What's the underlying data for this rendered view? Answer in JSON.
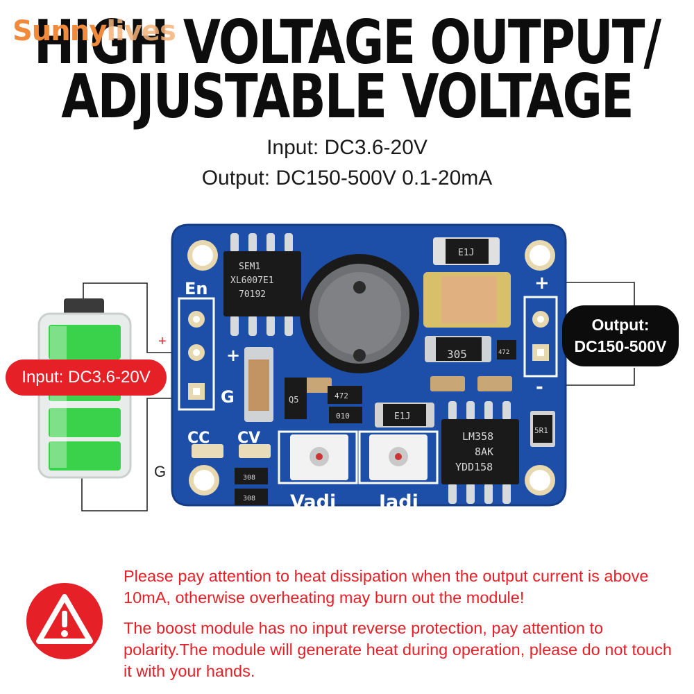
{
  "brand": {
    "part1": "Sunny",
    "part2": "lives"
  },
  "headline": {
    "line1": "HIGH VOLTAGE OUTPUT/",
    "line2": "ADJUSTABLE VOLTAGE"
  },
  "specs": {
    "input": "Input: DC3.6-20V",
    "output": "Output: DC150-500V 0.1-20mA"
  },
  "battery": {
    "label": "Input: DC3.6-20V",
    "plus": "+",
    "ground": "G"
  },
  "output_callout": {
    "line1": "Output:",
    "line2": "DC150-500V",
    "plus": "+",
    "minus": "-"
  },
  "board": {
    "pin_en": "En",
    "pin_plus": "+",
    "pin_g": "G",
    "ic_boost": [
      "SEM1",
      "XL6007E1",
      "70192"
    ],
    "smd_305": "305",
    "smd_472": "472",
    "smd_e1j_top": "E1J",
    "smd_e1j_mid": "E1J",
    "smd_472_mid": "472",
    "smd_010": "010",
    "smd_q5": "Q5",
    "smd_5r1": "5R1",
    "smd_308a": "308",
    "smd_308b": "308",
    "ic_opamp": [
      "LM358",
      "8AK",
      "YDD158"
    ],
    "label_cc": "CC",
    "label_cv": "CV",
    "label_vadj": "Vadj",
    "label_iadj": "Iadj"
  },
  "warning": {
    "icon": "warning-triangle-icon",
    "text1": "Please pay attention to heat dissipation when the output current is above 10mA, otherwise overheating may burn out the module!",
    "text2": "The boost module has no input reverse protection, pay attention to polarity.The module will generate heat during operation, please do not touch it with your hands."
  },
  "colors": {
    "accent_red": "#e52027",
    "pcb_blue": "#1d4fa8",
    "brand_orange": "#f08a3c"
  }
}
